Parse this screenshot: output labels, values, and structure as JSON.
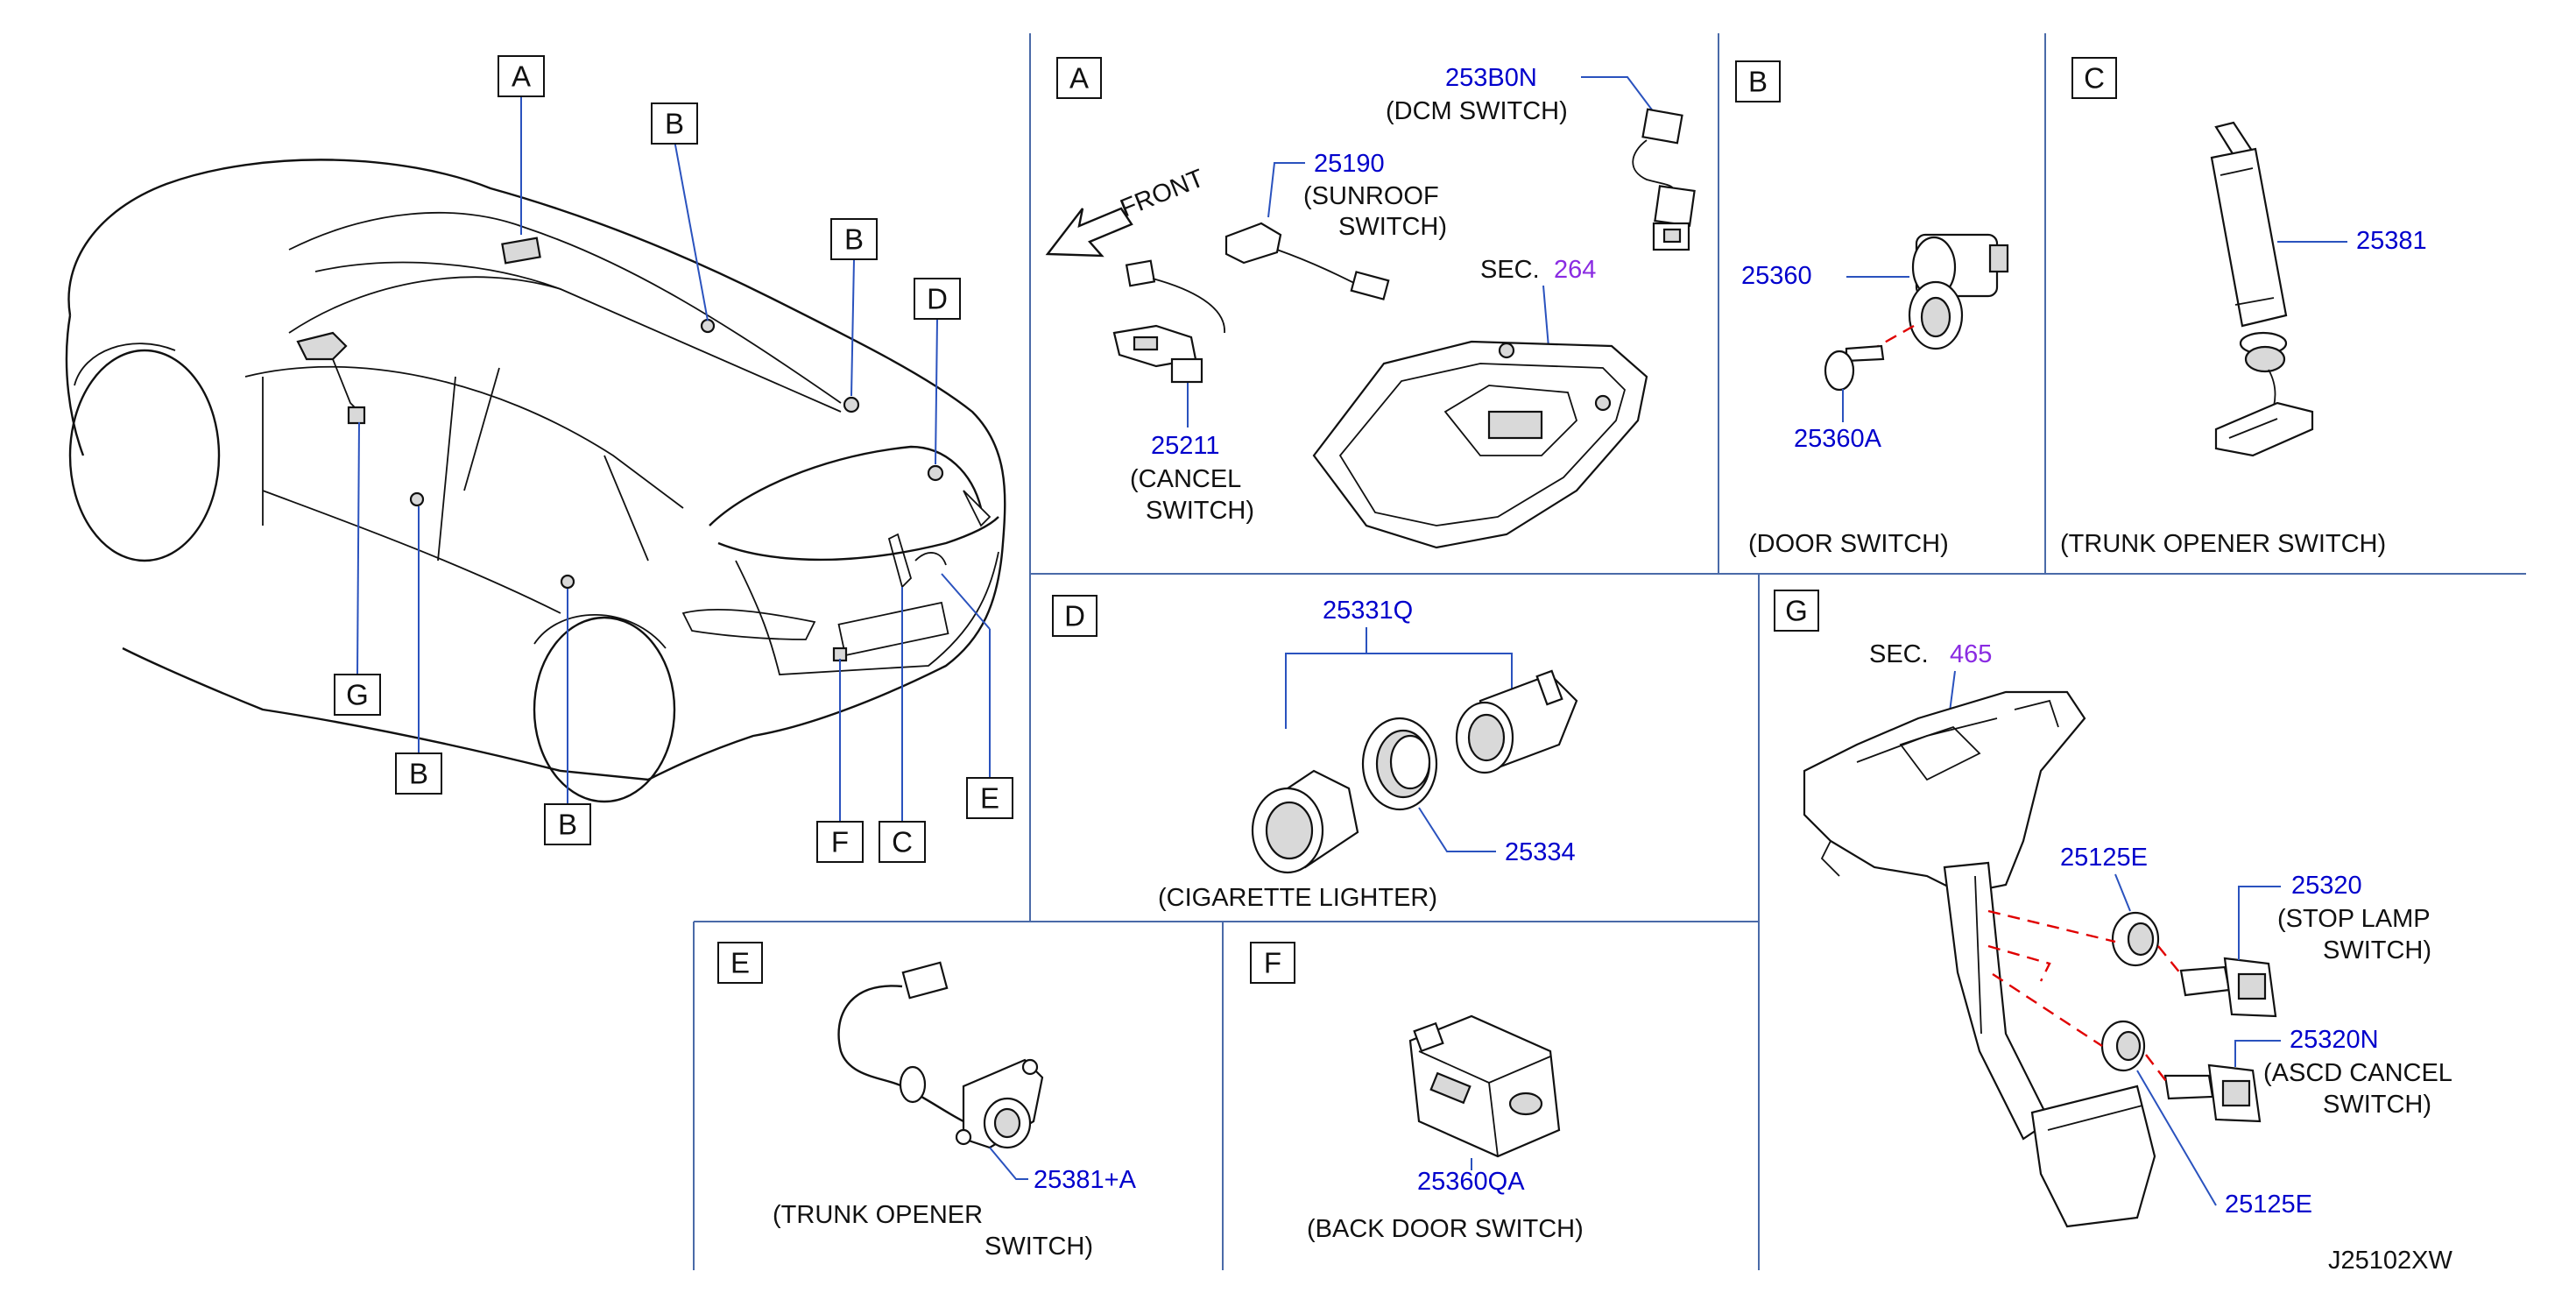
{
  "diagram_code": "J25102XW",
  "car_callouts": {
    "a": "A",
    "b1": "B",
    "b2": "B",
    "b3": "B",
    "b4": "B",
    "c": "C",
    "d": "D",
    "e": "E",
    "f": "F",
    "g": "G"
  },
  "panels": {
    "a": {
      "letter": "A",
      "front_label": "FRONT",
      "sec_label": "SEC.",
      "sec_number": "264",
      "dcm": {
        "part": "253B0N",
        "name": "(DCM   SWITCH)"
      },
      "sunroof": {
        "part": "25190",
        "name_line1": "(SUNROOF",
        "name_line2": "SWITCH)"
      },
      "cancel": {
        "part": "25211",
        "name_line1": "(CANCEL",
        "name_line2": "SWITCH)"
      }
    },
    "b": {
      "letter": "B",
      "part_switch": "25360",
      "part_screw": "25360A",
      "name": "(DOOR   SWITCH)"
    },
    "c": {
      "letter": "C",
      "part": "25381",
      "name": "(TRUNK   OPENER         SWITCH)"
    },
    "d": {
      "letter": "D",
      "part_set": "25331Q",
      "part_ring": "25334",
      "name": "(CIGARETTE   LIGHTER)"
    },
    "e": {
      "letter": "E",
      "part": "25381+A",
      "name_line1": "(TRUNK   OPENER",
      "name_line2": "SWITCH)"
    },
    "f": {
      "letter": "F",
      "part": "25360QA",
      "name": "(BACK   DOOR   SWITCH)"
    },
    "g": {
      "letter": "G",
      "sec_label": "SEC.",
      "sec_number": "465",
      "part_clip_top": "25125E",
      "part_clip_bottom": "25125E",
      "stop_lamp": {
        "part": "25320",
        "name_line1": "(STOP   LAMP",
        "name_line2": "SWITCH)"
      },
      "ascd": {
        "part": "25320N",
        "name_line1": "(ASCD   CANCEL",
        "name_line2": "SWITCH)"
      }
    }
  },
  "colors": {
    "part_number": "#0000cc",
    "section_reference": "#8a2be2",
    "leader": "#2a52be",
    "centerline": "#e00000",
    "divider": "#4a6aa8"
  }
}
